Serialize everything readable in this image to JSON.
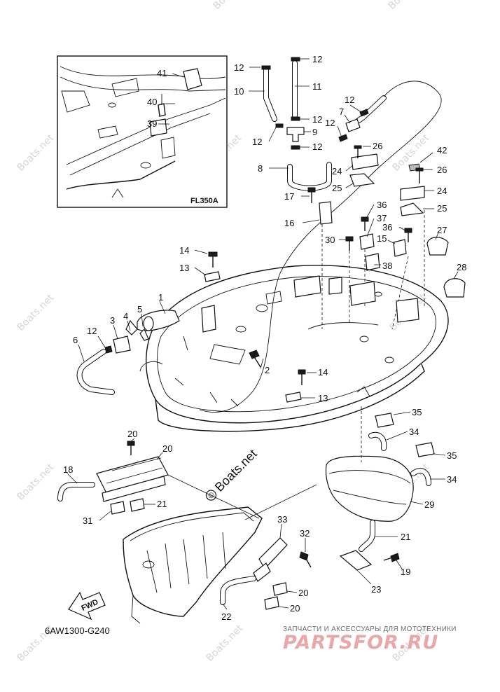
{
  "diagram": {
    "inset_label": "FL350A",
    "figure_code": "6AW1300-G240",
    "fwd_label": "FWD",
    "copyright_symbol": "©"
  },
  "watermark": {
    "text": "Boats.net"
  },
  "brand": {
    "tagline": "ЗАПЧАСТИ И АКСЕССУАРЫ ДЛЯ МОТОТЕХНИКИ",
    "logo": "PARTSFOR.RU"
  },
  "callouts": [
    {
      "id": "c41",
      "text": "41"
    },
    {
      "id": "c40",
      "text": "40"
    },
    {
      "id": "c39",
      "text": "39"
    },
    {
      "id": "c12a",
      "text": "12"
    },
    {
      "id": "c12b",
      "text": "12"
    },
    {
      "id": "c10",
      "text": "10"
    },
    {
      "id": "c11",
      "text": "11"
    },
    {
      "id": "c12c",
      "text": "12"
    },
    {
      "id": "c12d",
      "text": "12"
    },
    {
      "id": "c9",
      "text": "9"
    },
    {
      "id": "c12e",
      "text": "12"
    },
    {
      "id": "c12f",
      "text": "12"
    },
    {
      "id": "c7",
      "text": "7"
    },
    {
      "id": "c12g",
      "text": "12"
    },
    {
      "id": "c8",
      "text": "8"
    },
    {
      "id": "c26a",
      "text": "26"
    },
    {
      "id": "c42",
      "text": "42"
    },
    {
      "id": "c26b",
      "text": "26"
    },
    {
      "id": "c24a",
      "text": "24"
    },
    {
      "id": "c25a",
      "text": "25"
    },
    {
      "id": "c24b",
      "text": "24"
    },
    {
      "id": "c25b",
      "text": "25"
    },
    {
      "id": "c17",
      "text": "17"
    },
    {
      "id": "c16",
      "text": "16"
    },
    {
      "id": "c36a",
      "text": "36"
    },
    {
      "id": "c37",
      "text": "37"
    },
    {
      "id": "c36b",
      "text": "36"
    },
    {
      "id": "c27",
      "text": "27"
    },
    {
      "id": "c30",
      "text": "30"
    },
    {
      "id": "c15",
      "text": "15"
    },
    {
      "id": "c38",
      "text": "38"
    },
    {
      "id": "c28",
      "text": "28"
    },
    {
      "id": "c14a",
      "text": "14"
    },
    {
      "id": "c13a",
      "text": "13"
    },
    {
      "id": "c1",
      "text": "1"
    },
    {
      "id": "c5",
      "text": "5"
    },
    {
      "id": "c4",
      "text": "4"
    },
    {
      "id": "c3",
      "text": "3"
    },
    {
      "id": "c12h",
      "text": "12"
    },
    {
      "id": "c6",
      "text": "6"
    },
    {
      "id": "c2",
      "text": "2"
    },
    {
      "id": "c14b",
      "text": "14"
    },
    {
      "id": "c13b",
      "text": "13"
    },
    {
      "id": "c35a",
      "text": "35"
    },
    {
      "id": "c34a",
      "text": "34"
    },
    {
      "id": "c35b",
      "text": "35"
    },
    {
      "id": "c34b",
      "text": "34"
    },
    {
      "id": "c29",
      "text": "29"
    },
    {
      "id": "c21a",
      "text": "21"
    },
    {
      "id": "c19",
      "text": "19"
    },
    {
      "id": "c23",
      "text": "23"
    },
    {
      "id": "c20a",
      "text": "20"
    },
    {
      "id": "c20b",
      "text": "20"
    },
    {
      "id": "c18",
      "text": "18"
    },
    {
      "id": "c21b",
      "text": "21"
    },
    {
      "id": "c31",
      "text": "31"
    },
    {
      "id": "c33",
      "text": "33"
    },
    {
      "id": "c32",
      "text": "32"
    },
    {
      "id": "c20c",
      "text": "20"
    },
    {
      "id": "c20d",
      "text": "20"
    },
    {
      "id": "c22",
      "text": "22"
    }
  ]
}
